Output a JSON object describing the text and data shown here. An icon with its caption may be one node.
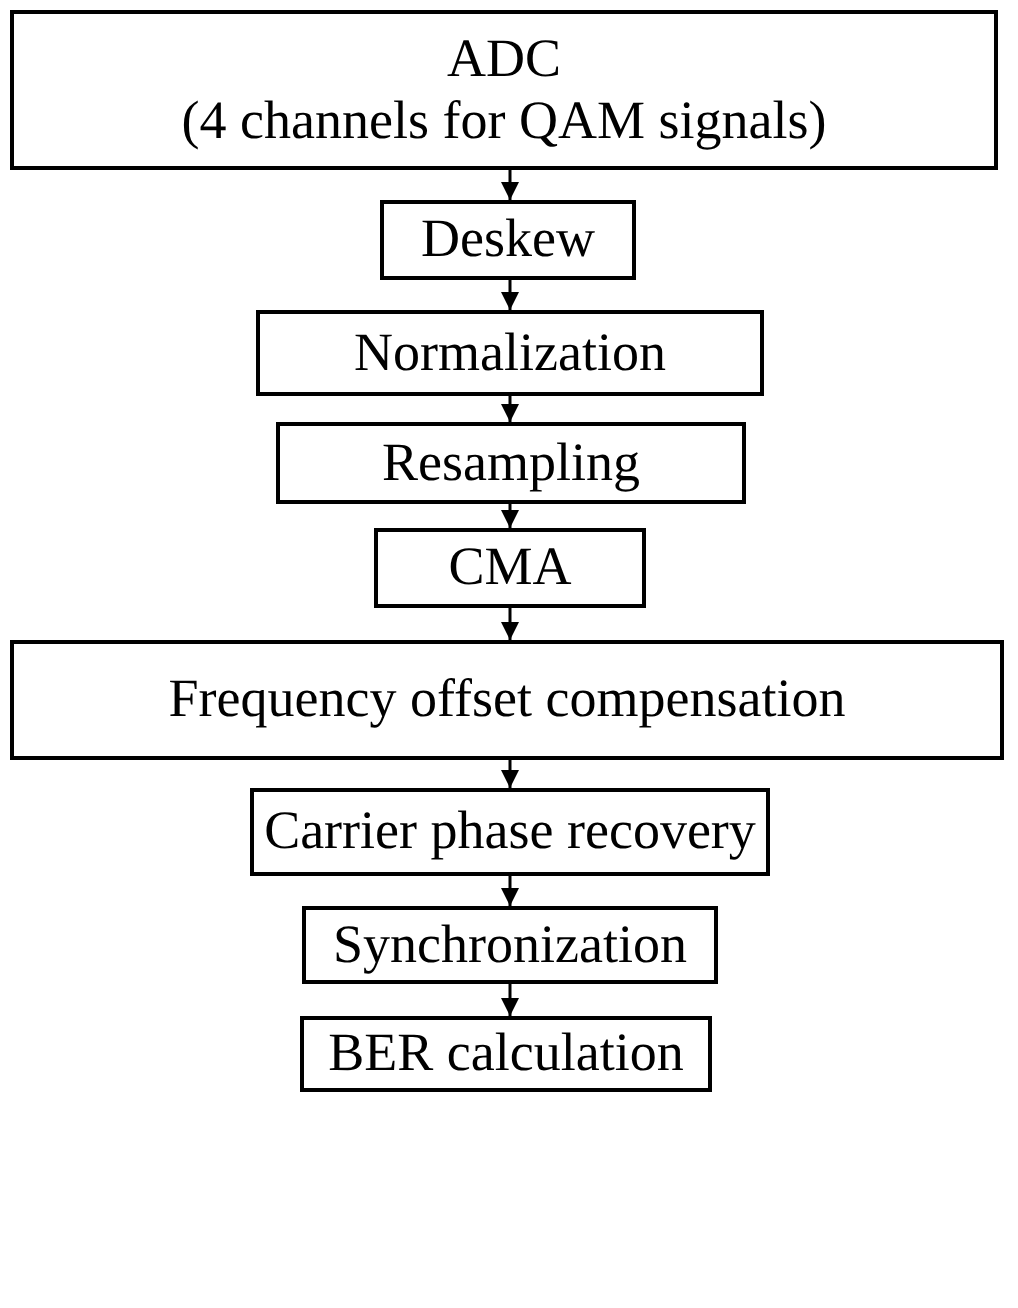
{
  "diagram": {
    "nodes": [
      {
        "text": [
          "ADC",
          "(4 channels for QAM signals)"
        ]
      },
      {
        "text": [
          "Deskew"
        ]
      },
      {
        "text": [
          "Normalization"
        ]
      },
      {
        "text": [
          "Resampling"
        ]
      },
      {
        "text": [
          "CMA"
        ]
      },
      {
        "text": [
          "Frequency offset compensation"
        ]
      },
      {
        "text": [
          "Carrier phase recovery"
        ]
      },
      {
        "text": [
          "Synchronization"
        ]
      },
      {
        "text": [
          "BER calculation"
        ]
      }
    ],
    "edges": [
      {
        "from": 0,
        "to": 1,
        "arrow": "to"
      },
      {
        "from": 1,
        "to": 2,
        "arrow": "to"
      },
      {
        "from": 2,
        "to": 3,
        "arrow": "to"
      },
      {
        "from": 3,
        "to": 4,
        "arrow": "to"
      },
      {
        "from": 4,
        "to": 5,
        "arrow": "to"
      },
      {
        "from": 5,
        "to": 6,
        "arrow": "to"
      },
      {
        "from": 6,
        "to": 7,
        "arrow": "to"
      },
      {
        "from": 7,
        "to": 8,
        "arrow": "to"
      }
    ]
  }
}
